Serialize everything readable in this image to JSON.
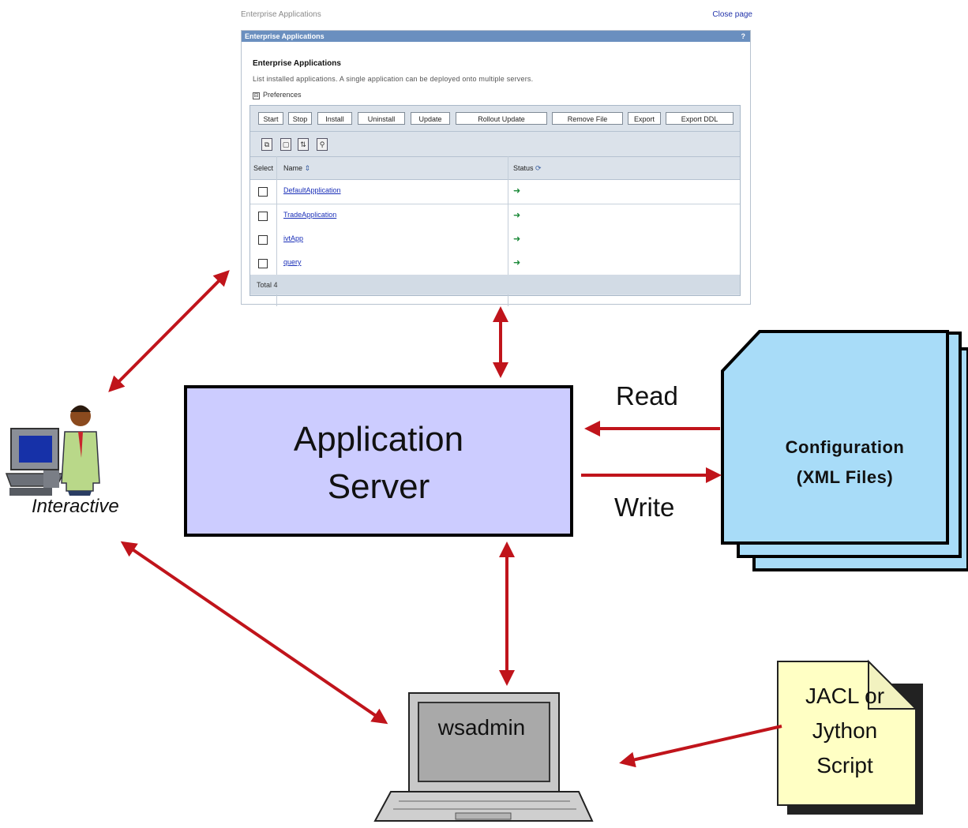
{
  "console": {
    "breadcrumb": "Enterprise Applications",
    "close_page": "Close page",
    "panel_title": "Enterprise Applications",
    "help_icon": "?",
    "heading": "Enterprise Applications",
    "description": "List installed applications. A single application can be deployed onto multiple servers.",
    "preferences_toggle": "⊟",
    "preferences": "Preferences",
    "buttons": [
      "Start",
      "Stop",
      "Install",
      "Uninstall",
      "Update",
      "Rollout Update",
      "Remove File",
      "Export",
      "Export DDL"
    ],
    "tools": [
      "select-all-icon",
      "deselect-all-icon",
      "filter-icon",
      "show-filter-icon"
    ],
    "tool_glyphs": [
      "⧉",
      "▢",
      "⇅",
      "⚲"
    ],
    "columns": {
      "select": "Select",
      "name": "Name",
      "status": "Status"
    },
    "sort_icon": "⇕",
    "rows": [
      {
        "name": "DefaultApplication",
        "status": "➜"
      },
      {
        "name": "TradeApplication",
        "status": "➜"
      },
      {
        "name": "ivtApp",
        "status": "➜"
      },
      {
        "name": "query",
        "status": "➜"
      }
    ],
    "total": "Total 4"
  },
  "diagram": {
    "app_server_line1": "Application",
    "app_server_line2": "Server",
    "read": "Read",
    "write": "Write",
    "config_line1": "Configuration",
    "config_line2": "(XML Files)",
    "interactive": "Interactive",
    "wsadmin": "wsadmin",
    "script_line1": "JACL or",
    "script_line2": "Jython",
    "script_line3": "Script"
  },
  "colors": {
    "arrow": "#c0141b",
    "app_server": "#ccccff",
    "config": "#a8dcf8",
    "script": "#ffffc4",
    "panel_bar": "#6a8fbf"
  }
}
